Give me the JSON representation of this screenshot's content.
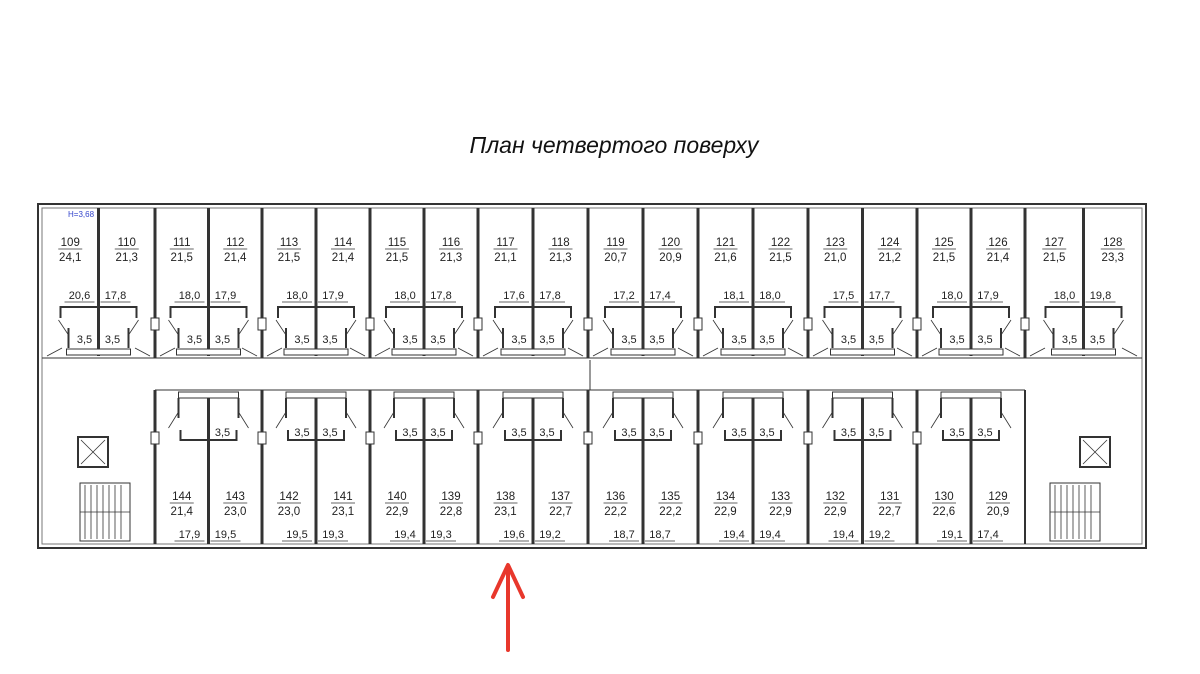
{
  "title": "План четвертого поверху",
  "height_mark": "H=3,68",
  "top_rooms": [
    {
      "num": "109",
      "area": "24,1",
      "sub": "20,6",
      "wc": "3,5"
    },
    {
      "num": "110",
      "area": "21,3",
      "sub": "17,8",
      "wc": "3,5"
    },
    {
      "num": "111",
      "area": "21,5",
      "sub": "18,0",
      "wc": "3,5"
    },
    {
      "num": "112",
      "area": "21,4",
      "sub": "17,9",
      "wc": "3,5"
    },
    {
      "num": "113",
      "area": "21,5",
      "sub": "18,0",
      "wc": "3,5"
    },
    {
      "num": "114",
      "area": "21,4",
      "sub": "17,9",
      "wc": "3,5"
    },
    {
      "num": "115",
      "area": "21,5",
      "sub": "18,0",
      "wc": "3,5"
    },
    {
      "num": "116",
      "area": "21,3",
      "sub": "17,8",
      "wc": "3,5"
    },
    {
      "num": "117",
      "area": "21,1",
      "sub": "17,6",
      "wc": "3,5"
    },
    {
      "num": "118",
      "area": "21,3",
      "sub": "17,8",
      "wc": "3,5"
    },
    {
      "num": "119",
      "area": "20,7",
      "sub": "17,2",
      "wc": "3,5"
    },
    {
      "num": "120",
      "area": "20,9",
      "sub": "17,4",
      "wc": "3,5"
    },
    {
      "num": "121",
      "area": "21,6",
      "sub": "18,1",
      "wc": "3,5"
    },
    {
      "num": "122",
      "area": "21,5",
      "sub": "18,0",
      "wc": "3,5"
    },
    {
      "num": "123",
      "area": "21,0",
      "sub": "17,5",
      "wc": "3,5"
    },
    {
      "num": "124",
      "area": "21,2",
      "sub": "17,7",
      "wc": "3,5"
    },
    {
      "num": "125",
      "area": "21,5",
      "sub": "18,0",
      "wc": "3,5"
    },
    {
      "num": "126",
      "area": "21,4",
      "sub": "17,9",
      "wc": "3,5"
    },
    {
      "num": "127",
      "area": "21,5",
      "sub": "18,0",
      "wc": "3,5"
    },
    {
      "num": "128",
      "area": "23,3",
      "sub": "19,8",
      "wc": "3,5"
    }
  ],
  "bottom_rooms": [
    {
      "num": "144",
      "area": "21,4",
      "sub": "17,9",
      "wc": ""
    },
    {
      "num": "143",
      "area": "23,0",
      "sub": "19,5",
      "wc": "3,5"
    },
    {
      "num": "142",
      "area": "23,0",
      "sub": "19,5",
      "wc": "3,5"
    },
    {
      "num": "141",
      "area": "23,1",
      "sub": "19,3",
      "wc": "3,5"
    },
    {
      "num": "140",
      "area": "22,9",
      "sub": "19,4",
      "wc": "3,5"
    },
    {
      "num": "139",
      "area": "22,8",
      "sub": "19,3",
      "wc": "3,5"
    },
    {
      "num": "138",
      "area": "23,1",
      "sub": "19,6",
      "wc": "3,5"
    },
    {
      "num": "137",
      "area": "22,7",
      "sub": "19,2",
      "wc": "3,5"
    },
    {
      "num": "136",
      "area": "22,2",
      "sub": "18,7",
      "wc": "3,5"
    },
    {
      "num": "135",
      "area": "22,2",
      "sub": "18,7",
      "wc": "3,5"
    },
    {
      "num": "134",
      "area": "22,9",
      "sub": "19,4",
      "wc": "3,5"
    },
    {
      "num": "133",
      "area": "22,9",
      "sub": "19,4",
      "wc": "3,5"
    },
    {
      "num": "132",
      "area": "22,9",
      "sub": "19,4",
      "wc": "3,5"
    },
    {
      "num": "131",
      "area": "22,7",
      "sub": "19,2",
      "wc": "3,5"
    },
    {
      "num": "130",
      "area": "22,6",
      "sub": "19,1",
      "wc": "3,5"
    },
    {
      "num": "129",
      "area": "20,9",
      "sub": "17,4",
      "wc": "3,5"
    }
  ],
  "colors": {
    "wall": "#333333",
    "arrow": "#e8372c",
    "mark": "#3344cc"
  }
}
